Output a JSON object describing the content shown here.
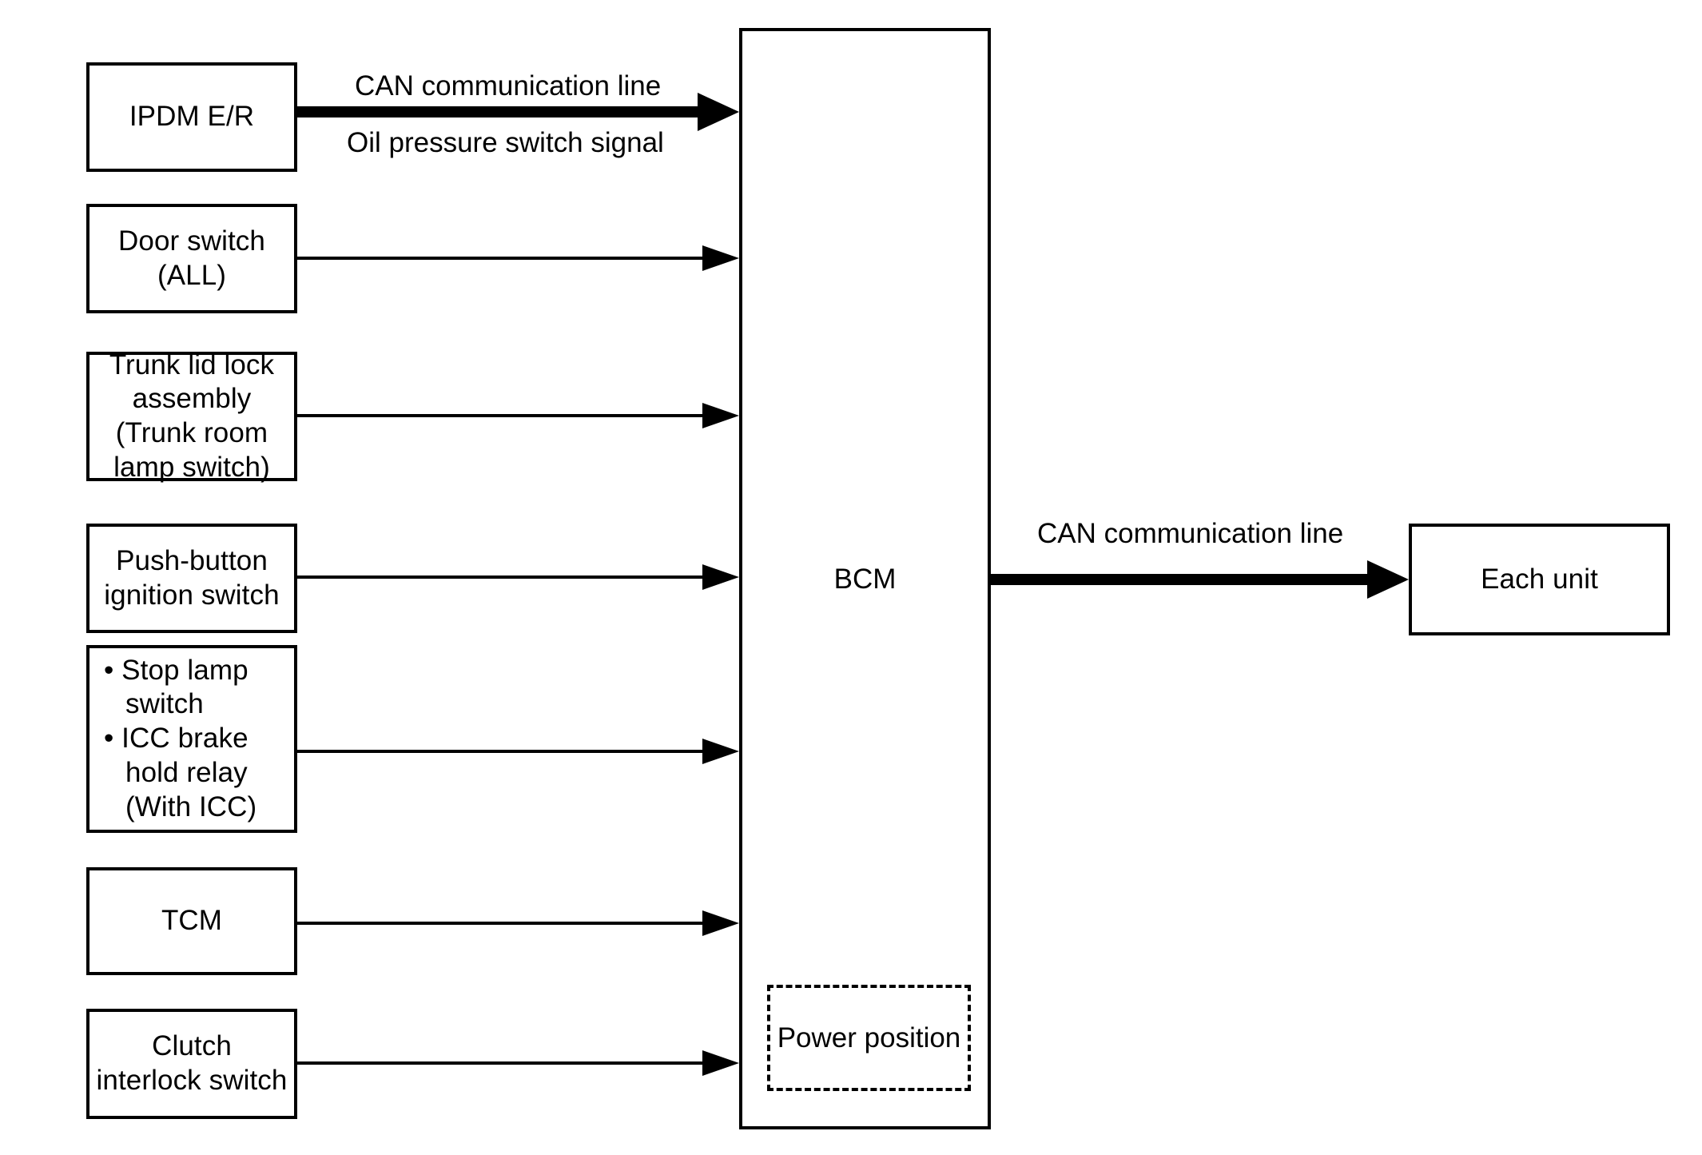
{
  "diagram": {
    "title": "BCM power position system block diagram",
    "colors": {
      "stroke": "#000000",
      "background": "#ffffff"
    },
    "inputs": [
      {
        "id": "ipdm",
        "lines": [
          "IPDM E/R"
        ]
      },
      {
        "id": "door-switch",
        "lines": [
          "Door switch",
          "(ALL)"
        ]
      },
      {
        "id": "trunk-lid-lock-assembly",
        "lines": [
          "Trunk lid lock",
          "assembly",
          "(Trunk room",
          "lamp switch)"
        ]
      },
      {
        "id": "push-button-ignition-switch",
        "lines": [
          "Push-button",
          "ignition switch"
        ]
      },
      {
        "id": "stop-lamp-icc",
        "lines": [
          "• Stop lamp",
          "switch",
          "• ICC brake",
          "hold relay",
          "(With ICC)"
        ]
      },
      {
        "id": "tcm",
        "lines": [
          "TCM"
        ]
      },
      {
        "id": "clutch-interlock-switch",
        "lines": [
          "Clutch",
          "interlock switch"
        ]
      }
    ],
    "bcm": {
      "label": "BCM",
      "inner_block": "Power position"
    },
    "output": {
      "label": "Each unit"
    },
    "edge_labels": {
      "can_line_in": "CAN communication line",
      "oil_pressure_signal": "Oil pressure switch signal",
      "can_line_out": "CAN communication line"
    }
  },
  "chart_data": {
    "type": "diagram",
    "title": "BCM power position system block diagram",
    "nodes": [
      {
        "id": "ipdm",
        "label": "IPDM E/R",
        "shape": "rect"
      },
      {
        "id": "door-switch",
        "label": "Door switch (ALL)",
        "shape": "rect"
      },
      {
        "id": "trunk-lid-lock-assembly",
        "label": "Trunk lid lock assembly (Trunk room lamp switch)",
        "shape": "rect"
      },
      {
        "id": "push-button-ignition-switch",
        "label": "Push-button ignition switch",
        "shape": "rect"
      },
      {
        "id": "stop-lamp-icc",
        "label": "• Stop lamp switch • ICC brake hold relay (With ICC)",
        "shape": "rect"
      },
      {
        "id": "tcm",
        "label": "TCM",
        "shape": "rect"
      },
      {
        "id": "clutch-interlock-switch",
        "label": "Clutch interlock switch",
        "shape": "rect"
      },
      {
        "id": "bcm",
        "label": "BCM",
        "shape": "rect-tall"
      },
      {
        "id": "power-position",
        "label": "Power position",
        "shape": "rect-dashed",
        "parent": "bcm"
      },
      {
        "id": "each-unit",
        "label": "Each unit",
        "shape": "rect"
      }
    ],
    "edges": [
      {
        "from": "ipdm",
        "to": "bcm",
        "label": "CAN communication line / Oil pressure switch signal",
        "style": "thick-arrow"
      },
      {
        "from": "door-switch",
        "to": "bcm",
        "label": "",
        "style": "thin-arrow"
      },
      {
        "from": "trunk-lid-lock-assembly",
        "to": "bcm",
        "label": "",
        "style": "thin-arrow"
      },
      {
        "from": "push-button-ignition-switch",
        "to": "bcm",
        "label": "",
        "style": "thin-arrow"
      },
      {
        "from": "stop-lamp-icc",
        "to": "bcm",
        "label": "",
        "style": "thin-arrow"
      },
      {
        "from": "tcm",
        "to": "bcm",
        "label": "",
        "style": "thin-arrow"
      },
      {
        "from": "clutch-interlock-switch",
        "to": "bcm",
        "label": "",
        "style": "thin-arrow"
      },
      {
        "from": "bcm",
        "to": "each-unit",
        "label": "CAN communication line",
        "style": "thick-arrow"
      }
    ]
  }
}
